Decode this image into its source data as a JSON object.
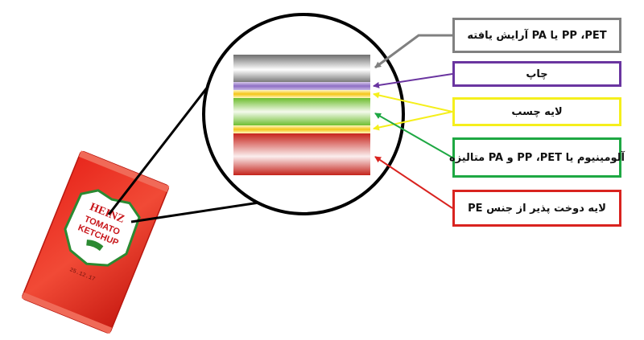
{
  "layers": [
    {
      "label": "PP ،PET یا PA آرایش یافته",
      "color": "#808080"
    },
    {
      "label": "چاپ",
      "color": "#6a35a0"
    },
    {
      "label": "لایه چسب",
      "color": "#f5ef1c"
    },
    {
      "label": "آلومینیوم یا PP ،PET و PA متالیزه",
      "color": "#1ea843"
    },
    {
      "label": "لایه دوخت پذیر از جنس PE",
      "color": "#d9231f"
    }
  ],
  "packet": {
    "brand_text": "HEINZ",
    "product_text_1": "TOMATO",
    "product_text_2": "KETCHUP",
    "code_text": "25.12.17"
  }
}
